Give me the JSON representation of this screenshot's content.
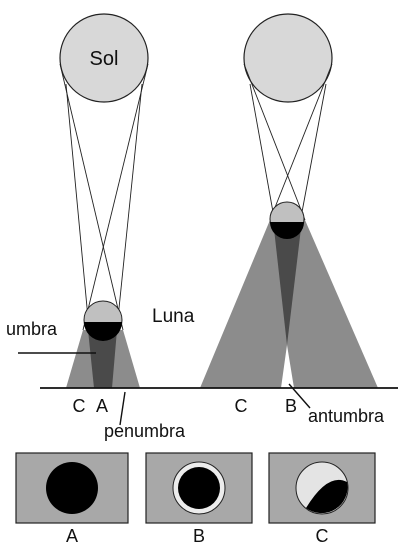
{
  "diagram": {
    "sun_label": "Sol",
    "moon_label": "Luna",
    "umbra_label": "umbra",
    "penumbra_label": "penumbra",
    "antumbra_label": "antumbra",
    "left_ground_labels": [
      "C",
      "A"
    ],
    "right_ground_labels": [
      "C",
      "B"
    ],
    "panel_labels": [
      "A",
      "B",
      "C"
    ]
  },
  "colors": {
    "sun": "#d8d8d8",
    "penumbra": "#8c8c8c",
    "umbra": "#4a4a4a",
    "panel_bg": "#a8a8a8",
    "dark": "#000000"
  }
}
